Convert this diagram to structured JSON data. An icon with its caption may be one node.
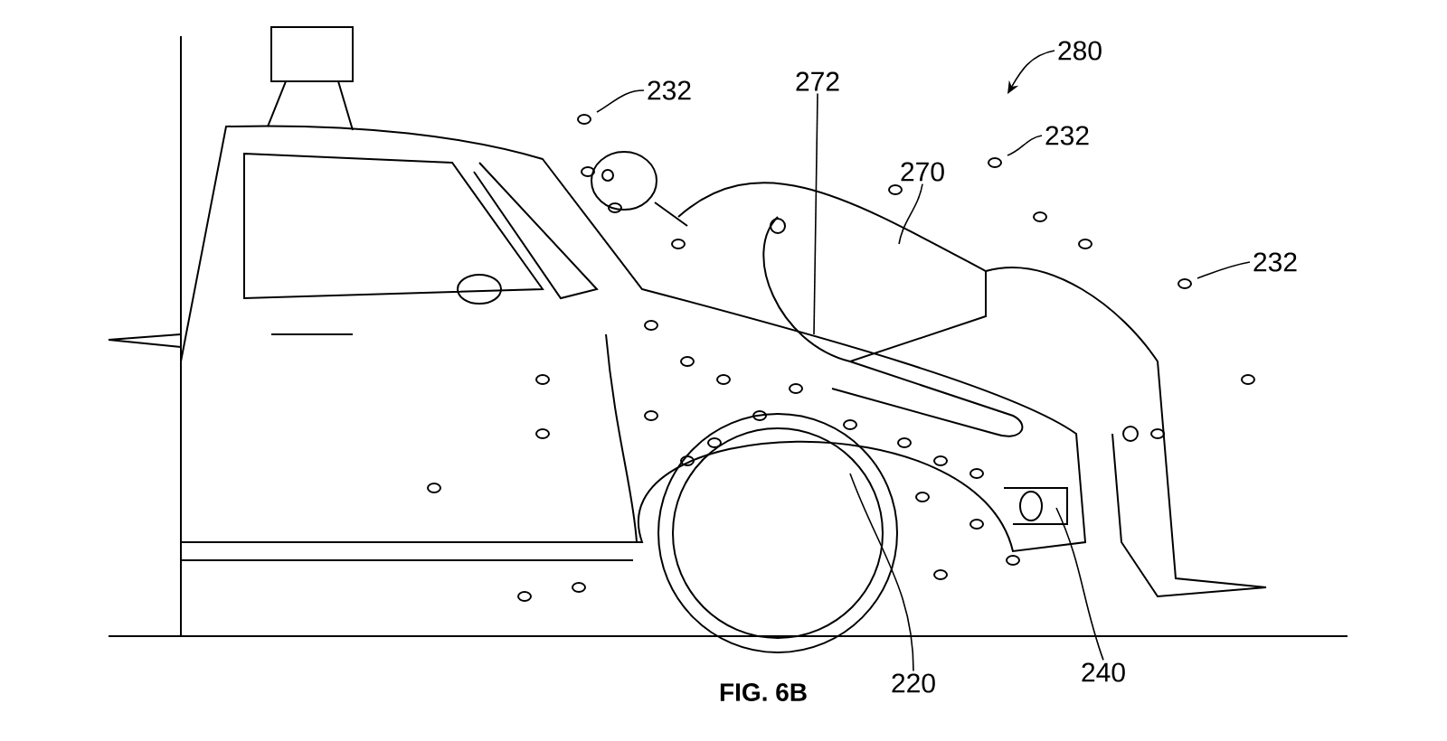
{
  "diagram": {
    "caption": "FIG. 6B",
    "nodes": [
      {
        "text": [
          "232"
        ]
      },
      {
        "text": [
          "272"
        ]
      },
      {
        "text": [
          "280"
        ]
      },
      {
        "text": [
          "232"
        ]
      },
      {
        "text": [
          "270"
        ]
      },
      {
        "text": [
          "232"
        ]
      },
      {
        "text": [
          "220"
        ]
      },
      {
        "text": [
          "240"
        ]
      }
    ],
    "edges": [
      {
        "from": 0,
        "to": null,
        "arrow": "none"
      },
      {
        "from": 1,
        "to": null,
        "arrow": "none"
      },
      {
        "from": 2,
        "to": null,
        "arrow": "to"
      },
      {
        "from": 3,
        "to": null,
        "arrow": "none"
      },
      {
        "from": 4,
        "to": null,
        "arrow": "none"
      },
      {
        "from": 5,
        "to": null,
        "arrow": "none"
      },
      {
        "from": 6,
        "to": null,
        "arrow": "none"
      },
      {
        "from": 7,
        "to": null,
        "arrow": "none"
      }
    ]
  }
}
